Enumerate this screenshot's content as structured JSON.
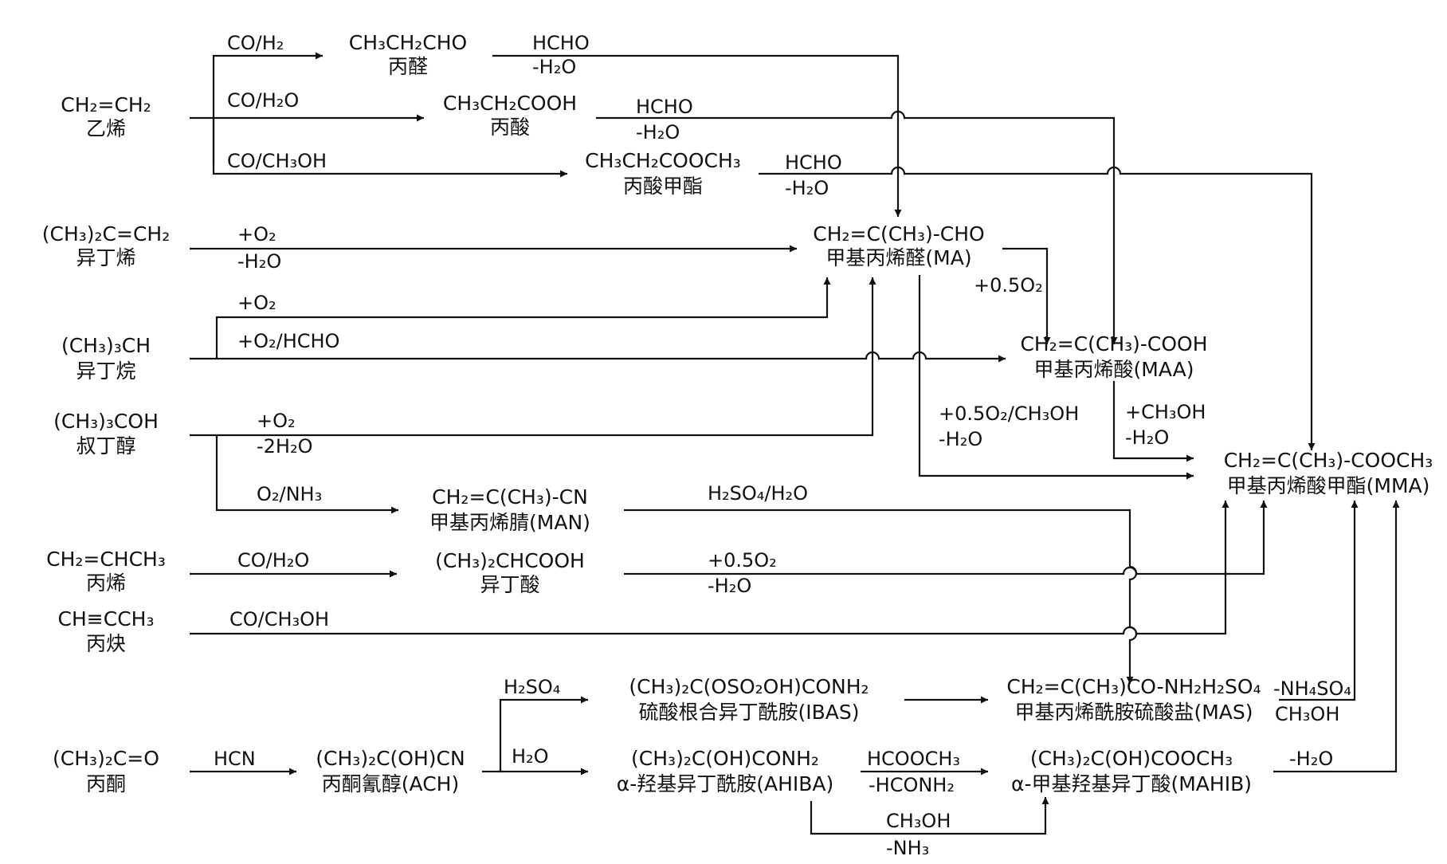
{
  "compounds": {
    "ethylene": {
      "formula": "CH₂=CH₂",
      "name": "乙烯"
    },
    "isobutylene": {
      "formula": "(CH₃)₂C=CH₂",
      "name": "异丁烯"
    },
    "isobutane": {
      "formula": "(CH₃)₃CH",
      "name": "异丁烷"
    },
    "tba": {
      "formula": "(CH₃)₃COH",
      "name": "叔丁醇"
    },
    "propylene": {
      "formula": "CH₂=CHCH₃",
      "name": "丙烯"
    },
    "propyne": {
      "formula": "CH≡CCH₃",
      "name": "丙炔"
    },
    "acetone": {
      "formula": "(CH₃)₂C=O",
      "name": "丙酮"
    },
    "propanal": {
      "formula": "CH₃CH₂CHO",
      "name": "丙醛"
    },
    "propacid": {
      "formula": "CH₃CH₂COOH",
      "name": "丙酸"
    },
    "mprop": {
      "formula": "CH₃CH₂COOCH₃",
      "name": "丙酸甲酯"
    },
    "ma": {
      "formula": "CH₂=C(CH₃)-CHO",
      "name": "甲基丙烯醛(MA)"
    },
    "maa": {
      "formula": "CH₂=C(CH₃)-COOH",
      "name": "甲基丙烯酸(MAA)"
    },
    "mma": {
      "formula": "CH₂=C(CH₃)-COOCH₃",
      "name": "甲基丙烯酸甲酯(MMA)"
    },
    "man": {
      "formula": "CH₂=C(CH₃)-CN",
      "name": "甲基丙烯腈(MAN)"
    },
    "iba": {
      "formula": "(CH₃)₂CHCOOH",
      "name": "异丁酸"
    },
    "ach": {
      "formula": "(CH₃)₂C(OH)CN",
      "name": "丙酮氰醇(ACH)"
    },
    "ibas": {
      "formula": "(CH₃)₂C(OSO₂OH)CONH₂",
      "name": "硫酸根合异丁酰胺(IBAS)"
    },
    "ahiba": {
      "formula": "(CH₃)₂C(OH)CONH₂",
      "name": "α-羟基异丁酰胺(AHIBA)"
    },
    "mas": {
      "formula": "CH₂=C(CH₃)CO-NH₂H₂SO₄",
      "name": "甲基丙烯酰胺硫酸盐(MAS)"
    },
    "mahib": {
      "formula": "(CH₃)₂C(OH)COOCH₃",
      "name": "α-甲基羟基异丁酸(MAHIB)"
    }
  },
  "conditions": {
    "co_h2": "CO/H₂",
    "co_h2o_1": "CO/H₂O",
    "co_ch3oh_1": "CO/CH₃OH",
    "hcho_1": "HCHO",
    "mh2o_1": "-H₂O",
    "hcho_2": "HCHO",
    "mh2o_2": "-H₂O",
    "hcho_3": "HCHO",
    "mh2o_3": "-H₂O",
    "o2_1": "+O₂",
    "mh2o_4": "-H₂O",
    "o2_2": "+O₂",
    "o2_hcho": "+O₂/HCHO",
    "o2_3": "+O₂",
    "m2h2o": "-2H₂O",
    "o2_nh3": "O₂/NH₃",
    "half_o2_1": "+0.5O₂",
    "half_o2_ch3oh": "+0.5O₂/CH₃OH",
    "mh2o_5": "-H₂O",
    "ch3oh_add": "+CH₃OH",
    "mh2o_6": "-H₂O",
    "h2so4_h2o": "H₂SO₄/H₂O",
    "co_h2o_2": "CO/H₂O",
    "half_o2_2": "+0.5O₂",
    "mh2o_7": "-H₂O",
    "co_ch3oh_2": "CO/CH₃OH",
    "h2so4": "H₂SO₄",
    "h2o": "H₂O",
    "hcn": "HCN",
    "hcooch3": "HCOOCH₃",
    "mhconh2": "-HCONH₂",
    "ch3oh": "CH₃OH",
    "mnh3": "-NH₃",
    "mnh4so4": "-NH₄SO₄",
    "ch3oh_2": "CH₃OH",
    "mh2o_8": "-H₂O"
  }
}
